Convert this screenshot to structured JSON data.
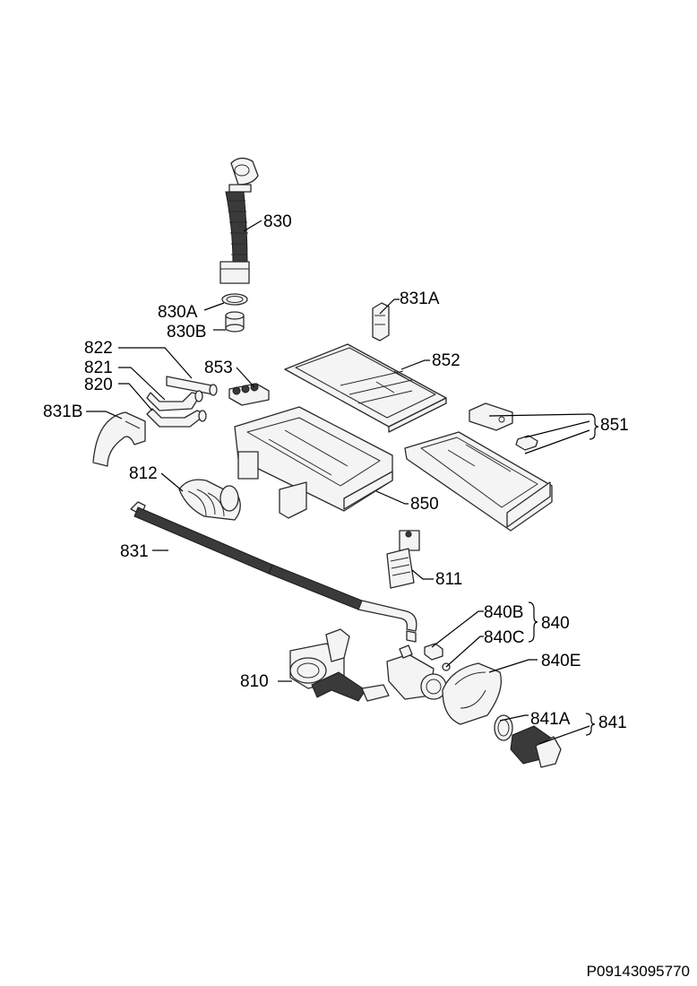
{
  "labels": {
    "l830": "830",
    "l830A": "830A",
    "l830B": "830B",
    "l831A": "831A",
    "l822": "822",
    "l821": "821",
    "l820": "820",
    "l853": "853",
    "l852": "852",
    "l831B": "831B",
    "l851": "851",
    "l812": "812",
    "l850": "850",
    "l831": "831",
    "l811": "811",
    "l840B": "840B",
    "l840": "840",
    "l840C": "840C",
    "l810": "810",
    "l840E": "840E",
    "l841A": "841A",
    "l841": "841"
  },
  "drawing_code": "P09143095770"
}
